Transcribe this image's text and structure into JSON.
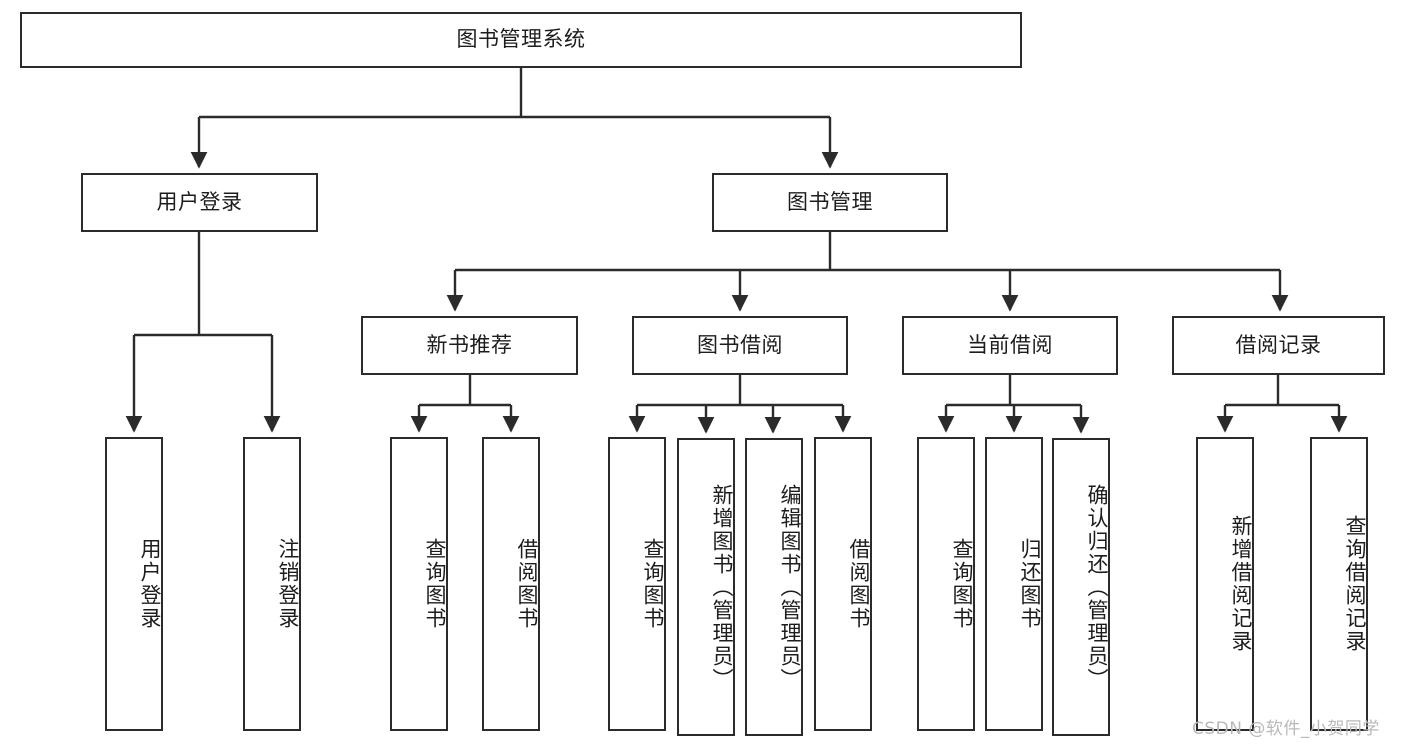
{
  "diagram": {
    "title": "图书管理系统",
    "type": "hierarchy-tree",
    "root": {
      "id": "root",
      "label": "图书管理系统",
      "orientation": "horizontal"
    },
    "level2": [
      {
        "id": "user-login",
        "label": "用户登录",
        "orientation": "horizontal"
      },
      {
        "id": "book-management",
        "label": "图书管理",
        "orientation": "horizontal"
      }
    ],
    "level3": [
      {
        "id": "new-book-recommend",
        "label": "新书推荐",
        "orientation": "horizontal",
        "parent": "book-management"
      },
      {
        "id": "book-borrow",
        "label": "图书借阅",
        "orientation": "horizontal",
        "parent": "book-management"
      },
      {
        "id": "current-borrow",
        "label": "当前借阅",
        "orientation": "horizontal",
        "parent": "book-management"
      },
      {
        "id": "borrow-record",
        "label": "借阅记录",
        "orientation": "horizontal",
        "parent": "book-management"
      }
    ],
    "leaves": [
      {
        "id": "leaf-user-login",
        "label": "用户登录",
        "orientation": "vertical",
        "parent": "user-login"
      },
      {
        "id": "leaf-logout-login",
        "label": "注销登录",
        "orientation": "vertical",
        "parent": "user-login"
      },
      {
        "id": "leaf-query-book-1",
        "label": "查询图书",
        "orientation": "vertical",
        "parent": "new-book-recommend"
      },
      {
        "id": "leaf-borrow-book-1",
        "label": "借阅图书",
        "orientation": "vertical",
        "parent": "new-book-recommend"
      },
      {
        "id": "leaf-query-book-2",
        "label": "查询图书",
        "orientation": "vertical",
        "parent": "book-borrow"
      },
      {
        "id": "leaf-add-book-admin",
        "label": "新增图书（管理员）",
        "orientation": "vertical",
        "parent": "book-borrow"
      },
      {
        "id": "leaf-edit-book-admin",
        "label": "编辑图书（管理员）",
        "orientation": "vertical",
        "parent": "book-borrow"
      },
      {
        "id": "leaf-borrow-book-2",
        "label": "借阅图书",
        "orientation": "vertical",
        "parent": "book-borrow"
      },
      {
        "id": "leaf-query-book-3",
        "label": "查询图书",
        "orientation": "vertical",
        "parent": "current-borrow"
      },
      {
        "id": "leaf-return-book",
        "label": "归还图书",
        "orientation": "vertical",
        "parent": "current-borrow"
      },
      {
        "id": "leaf-confirm-return-admin",
        "label": "确认归还（管理员）",
        "orientation": "vertical",
        "parent": "current-borrow"
      },
      {
        "id": "leaf-add-borrow-record",
        "label": "新增借阅记录",
        "orientation": "vertical",
        "parent": "borrow-record"
      },
      {
        "id": "leaf-query-borrow-record",
        "label": "查询借阅记录",
        "orientation": "vertical",
        "parent": "borrow-record"
      }
    ]
  },
  "watermark": {
    "text": "CSDN @软件_小贺同学"
  },
  "colors": {
    "stroke": "#2b2b2b",
    "fill": "#ffffff",
    "text": "#1d1d1d",
    "watermark": "#b9b9b9"
  }
}
